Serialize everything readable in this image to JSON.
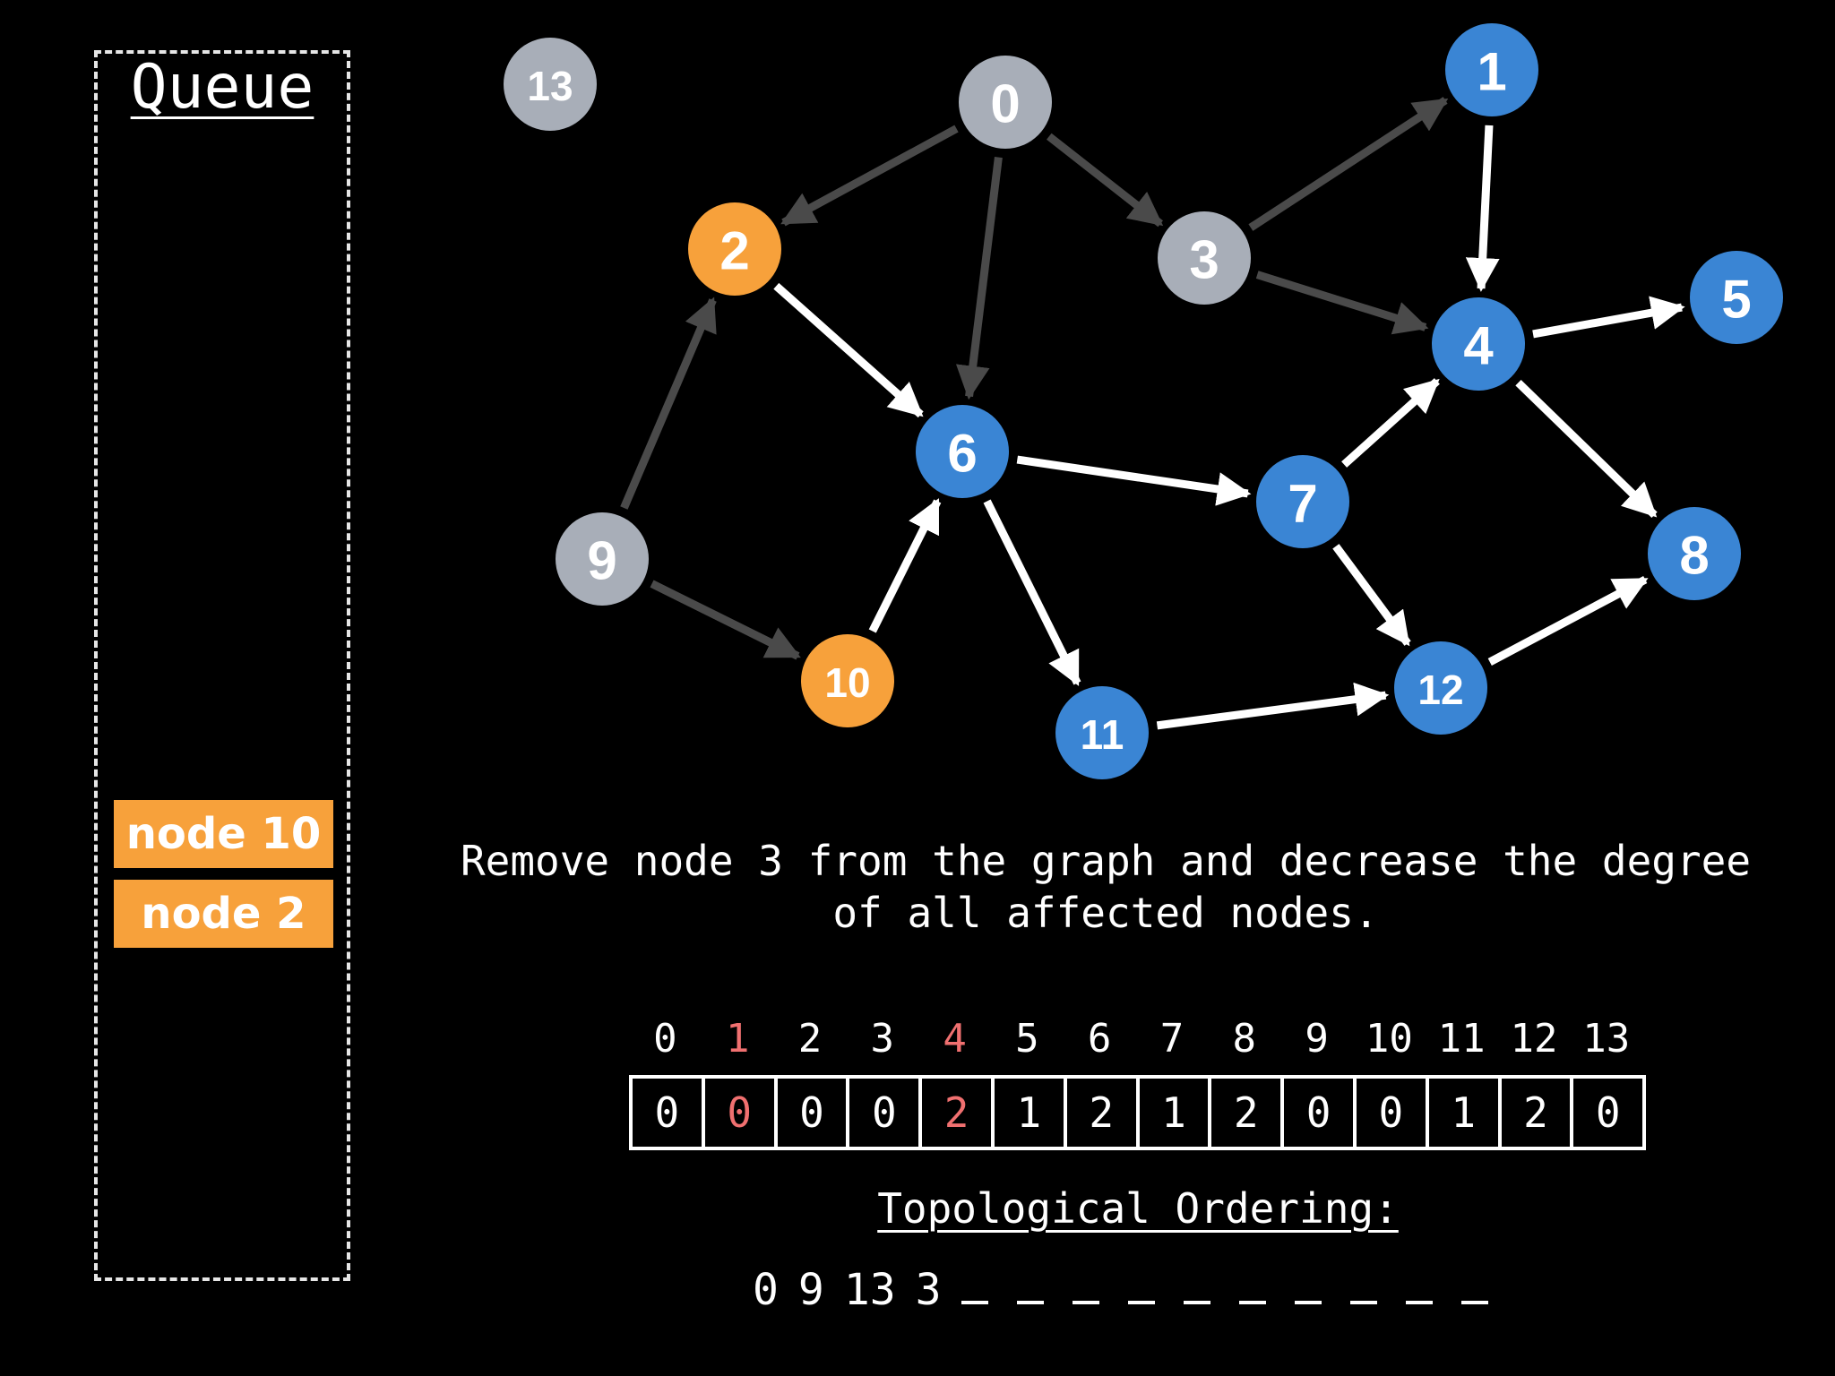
{
  "queue": {
    "title": "Queue",
    "items": [
      "node 10",
      "node 2"
    ]
  },
  "colors": {
    "visited": "#a8aeb8",
    "queued": "#f7a13b",
    "unvisited": "#3a85d4",
    "removed_edge": "#4a4a4a",
    "active_edge": "#ffffff",
    "highlight": "#f07070"
  },
  "graph": {
    "nodes": [
      {
        "id": "0",
        "state": "visited"
      },
      {
        "id": "1",
        "state": "unvisited"
      },
      {
        "id": "2",
        "state": "queued"
      },
      {
        "id": "3",
        "state": "visited"
      },
      {
        "id": "4",
        "state": "unvisited"
      },
      {
        "id": "5",
        "state": "unvisited"
      },
      {
        "id": "6",
        "state": "unvisited"
      },
      {
        "id": "7",
        "state": "unvisited"
      },
      {
        "id": "8",
        "state": "unvisited"
      },
      {
        "id": "9",
        "state": "visited"
      },
      {
        "id": "10",
        "state": "queued"
      },
      {
        "id": "11",
        "state": "unvisited"
      },
      {
        "id": "12",
        "state": "unvisited"
      },
      {
        "id": "13",
        "state": "visited"
      }
    ],
    "edges": [
      {
        "from": "0",
        "to": "2",
        "state": "removed"
      },
      {
        "from": "0",
        "to": "3",
        "state": "removed"
      },
      {
        "from": "0",
        "to": "6",
        "state": "removed"
      },
      {
        "from": "9",
        "to": "2",
        "state": "removed"
      },
      {
        "from": "9",
        "to": "10",
        "state": "removed"
      },
      {
        "from": "3",
        "to": "1",
        "state": "removed"
      },
      {
        "from": "3",
        "to": "4",
        "state": "removed"
      },
      {
        "from": "1",
        "to": "4",
        "state": "active"
      },
      {
        "from": "2",
        "to": "6",
        "state": "active"
      },
      {
        "from": "10",
        "to": "6",
        "state": "active"
      },
      {
        "from": "6",
        "to": "7",
        "state": "active"
      },
      {
        "from": "6",
        "to": "11",
        "state": "active"
      },
      {
        "from": "7",
        "to": "4",
        "state": "active"
      },
      {
        "from": "7",
        "to": "12",
        "state": "active"
      },
      {
        "from": "4",
        "to": "5",
        "state": "active"
      },
      {
        "from": "4",
        "to": "8",
        "state": "active"
      },
      {
        "from": "11",
        "to": "12",
        "state": "active"
      },
      {
        "from": "12",
        "to": "8",
        "state": "active"
      }
    ]
  },
  "caption": {
    "line1": "Remove node 3 from the graph and decrease the degree",
    "line2": "of all affected nodes."
  },
  "degree_table": {
    "indices": [
      "0",
      "1",
      "2",
      "3",
      "4",
      "5",
      "6",
      "7",
      "8",
      "9",
      "10",
      "11",
      "12",
      "13"
    ],
    "values": [
      "0",
      "0",
      "0",
      "0",
      "2",
      "1",
      "2",
      "1",
      "2",
      "0",
      "0",
      "1",
      "2",
      "0"
    ],
    "highlighted": [
      1,
      4
    ]
  },
  "ordering": {
    "title": "Topological Ordering:",
    "values": [
      "0",
      "9",
      "13",
      "3"
    ],
    "blank_count": 10
  }
}
